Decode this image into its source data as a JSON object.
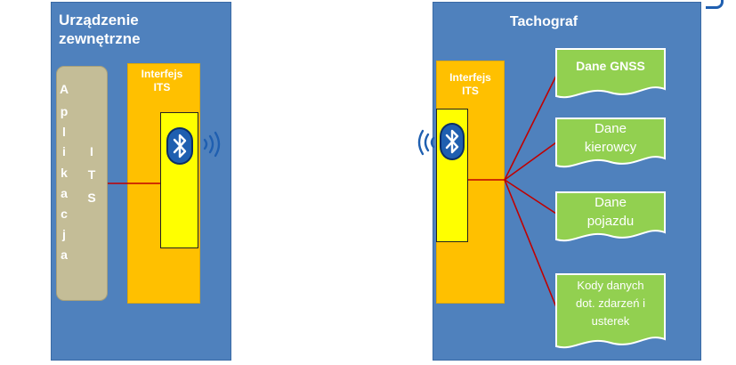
{
  "left_panel": {
    "title_line1": "Urządzenie",
    "title_line2": "zewnętrzne",
    "app_letters": [
      "A",
      "p",
      "l",
      "i",
      "k",
      "a",
      "c",
      "j",
      "a"
    ],
    "its_letters": [
      "I",
      "T",
      "S"
    ],
    "interface_line1": "Interfejs",
    "interface_line2": "ITS"
  },
  "right_panel": {
    "title": "Tachograf",
    "interface_line1": "Interfejs",
    "interface_line2": "ITS",
    "documents": [
      {
        "lines": [
          "Dane GNSS"
        ]
      },
      {
        "lines": [
          "Dane",
          "kierowcy"
        ]
      },
      {
        "lines": [
          "Dane",
          "pojazdu"
        ]
      },
      {
        "lines": [
          "Kody danych",
          "dot. zdarzeń i",
          "usterek"
        ]
      }
    ]
  },
  "colors": {
    "panel": "#4f81bd",
    "application": "#c4bd97",
    "interface": "#ffc000",
    "module": "#ffff00",
    "document": "#92d050",
    "connector": "#c00000",
    "signal": "#1f5fb0"
  },
  "icons": [
    "bluetooth-icon",
    "wireless-signal-icon"
  ]
}
